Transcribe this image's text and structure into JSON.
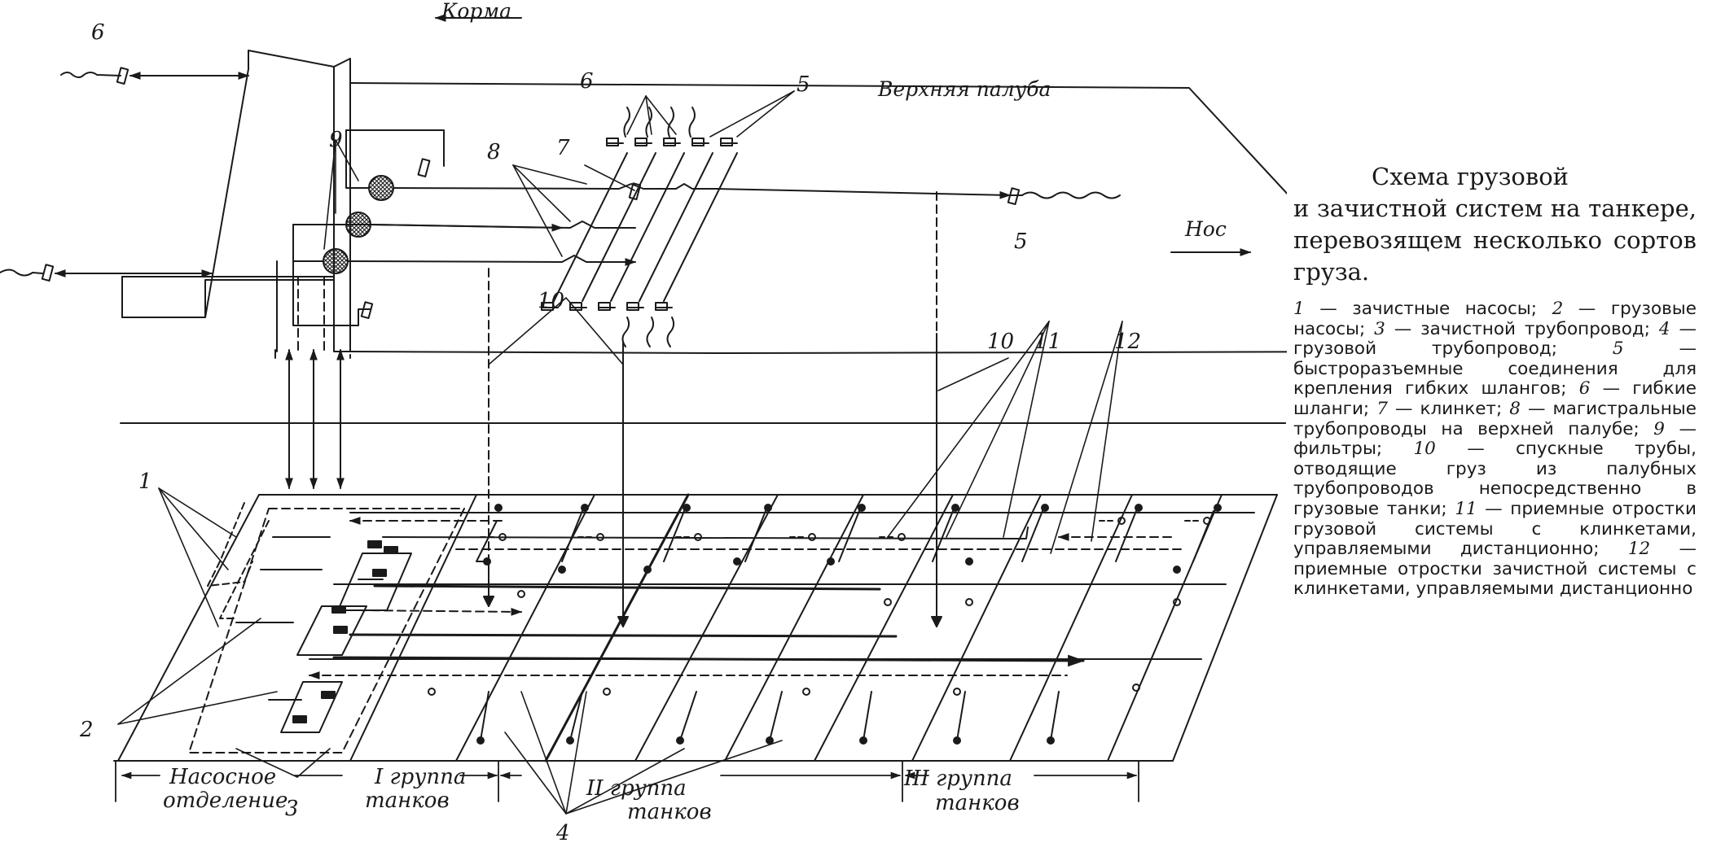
{
  "labels": {
    "korma": "Корма",
    "nos": "Нос",
    "verkhnyaya_paluba": "Верхняя палуба",
    "nasosnoe": "Насосное",
    "otdelenie": "отделение",
    "gruppa1_line1": "I группа",
    "gruppa1_line2": "танков",
    "gruppa2_line1": "II группа",
    "gruppa2_line2": "танков",
    "gruppa3_line1": "III группа",
    "gruppa3_line2": "танков"
  },
  "callouts": {
    "n1": "1",
    "n2": "2",
    "n3": "3",
    "n4": "4",
    "n5a": "5",
    "n5b": "5",
    "n6a": "6",
    "n6b": "6",
    "n7": "7",
    "n8": "8",
    "n9": "9",
    "n10a": "10",
    "n10b": "10",
    "n11": "11",
    "n12": "12"
  },
  "caption": {
    "title_line1": "Схема грузовой",
    "title_rest": "и зачистной систем на танкере, перевозящем несколько сортов груза.",
    "legend": [
      {
        "num": "1",
        "text": " — зачистные насосы; "
      },
      {
        "num": "2",
        "text": " — грузовые насосы; "
      },
      {
        "num": "3",
        "text": " — зачистной трубопровод; "
      },
      {
        "num": "4",
        "text": " — грузовой трубопровод; "
      },
      {
        "num": "5",
        "text": " — быстроразъемные соединения для крепления гибких шлангов; "
      },
      {
        "num": "6",
        "text": " — гибкие шланги; "
      },
      {
        "num": "7",
        "text": " — клинкет; "
      },
      {
        "num": "8",
        "text": " — магистральные трубопроводы на верхней палубе; "
      },
      {
        "num": "9",
        "text": " — фильтры; "
      },
      {
        "num": "10",
        "text": " — спускные трубы, отводящие груз из палубных трубопроводов непосредственно в грузовые танки; "
      },
      {
        "num": "11",
        "text": " — приемные отростки грузовой системы с клинкетами, управляемыми дистанционно; "
      },
      {
        "num": "12",
        "text": " — приемные отростки зачистной системы с клинкетами, управляемыми дистанционно"
      }
    ]
  },
  "colors": {
    "ink": "#1a1a1a",
    "paper": "#ffffff"
  }
}
